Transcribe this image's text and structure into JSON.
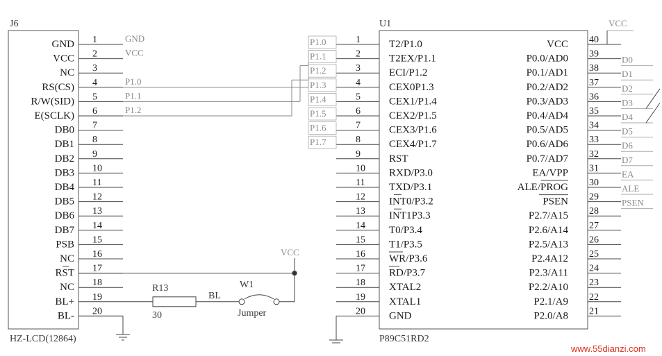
{
  "j6": {
    "ref": "J6",
    "part": "HZ-LCD(12864)",
    "pins": [
      {
        "n": "1",
        "label": "GND",
        "net": "GND"
      },
      {
        "n": "2",
        "label": "VCC",
        "net": "VCC"
      },
      {
        "n": "3",
        "label": "NC",
        "net": ""
      },
      {
        "n": "4",
        "label": "RS(CS)",
        "net": "P1.0"
      },
      {
        "n": "5",
        "label": "R/W(SID)",
        "net": "P1.1"
      },
      {
        "n": "6",
        "label": "E(SCLK)",
        "net": "P1.2"
      },
      {
        "n": "7",
        "label": "DB0",
        "net": ""
      },
      {
        "n": "8",
        "label": "DB1",
        "net": ""
      },
      {
        "n": "9",
        "label": "DB2",
        "net": ""
      },
      {
        "n": "10",
        "label": "DB3",
        "net": ""
      },
      {
        "n": "11",
        "label": "DB4",
        "net": ""
      },
      {
        "n": "12",
        "label": "DB5",
        "net": ""
      },
      {
        "n": "13",
        "label": "DB6",
        "net": ""
      },
      {
        "n": "14",
        "label": "DB7",
        "net": ""
      },
      {
        "n": "15",
        "label": "PSB",
        "net": ""
      },
      {
        "n": "16",
        "label": "NC",
        "net": ""
      },
      {
        "n": "17",
        "label": "RST",
        "net": ""
      },
      {
        "n": "18",
        "label": "NC",
        "net": ""
      },
      {
        "n": "19",
        "label": "BL+",
        "net": ""
      },
      {
        "n": "20",
        "label": "BL-",
        "net": ""
      }
    ]
  },
  "u1": {
    "ref": "U1",
    "part": "P89C51RD2",
    "vcc_label": "VCC",
    "left_pins": [
      {
        "n": "1",
        "label": "T2/P1.0",
        "net": "P1.0"
      },
      {
        "n": "2",
        "label": "T2EX/P1.1",
        "net": "P1.1"
      },
      {
        "n": "3",
        "label": "ECI/P1.2",
        "net": "P1.2"
      },
      {
        "n": "4",
        "label": "CEX0P1.3",
        "net": "P1.3"
      },
      {
        "n": "5",
        "label": "CEX1/P1.4",
        "net": "P1.4"
      },
      {
        "n": "6",
        "label": "CEX2/P1.5",
        "net": "P1.5"
      },
      {
        "n": "7",
        "label": "CEX3/P1.6",
        "net": "P1.6"
      },
      {
        "n": "8",
        "label": "CEX4/P1.7",
        "net": "P1.7"
      },
      {
        "n": "9",
        "label": "RST",
        "net": ""
      },
      {
        "n": "10",
        "label": "RXD/P3.0",
        "net": ""
      },
      {
        "n": "11",
        "label": "TXD/P3.1",
        "net": ""
      },
      {
        "n": "12",
        "label": "INT0/P3.2",
        "net": ""
      },
      {
        "n": "13",
        "label": "INT1P3.3",
        "net": ""
      },
      {
        "n": "14",
        "label": "T0/P3.4",
        "net": ""
      },
      {
        "n": "15",
        "label": "T1/P3.5",
        "net": ""
      },
      {
        "n": "16",
        "label": "WR/P3.6",
        "net": ""
      },
      {
        "n": "17",
        "label": "RD/P3.7",
        "net": ""
      },
      {
        "n": "18",
        "label": "XTAL2",
        "net": ""
      },
      {
        "n": "19",
        "label": "XTAL1",
        "net": ""
      },
      {
        "n": "20",
        "label": "GND",
        "net": ""
      }
    ],
    "right_pins": [
      {
        "n": "40",
        "label": "VCC",
        "net": ""
      },
      {
        "n": "39",
        "label": "P0.0/AD0",
        "net": "D0"
      },
      {
        "n": "38",
        "label": "P0.1/AD1",
        "net": "D1"
      },
      {
        "n": "37",
        "label": "P0.2/AD2",
        "net": "D2"
      },
      {
        "n": "36",
        "label": "P0.3/AD3",
        "net": "D3"
      },
      {
        "n": "35",
        "label": "P0.4/AD4",
        "net": "D4"
      },
      {
        "n": "34",
        "label": "P0.5/AD5",
        "net": "D5"
      },
      {
        "n": "33",
        "label": "P0.6/AD6",
        "net": "D6"
      },
      {
        "n": "32",
        "label": "P0.7/AD7",
        "net": "D7"
      },
      {
        "n": "31",
        "label": "EA/VPP",
        "net": "EA"
      },
      {
        "n": "30",
        "label": "ALE/PROG",
        "net": "ALE"
      },
      {
        "n": "29",
        "label": "PSEN",
        "net": "PSEN"
      },
      {
        "n": "28",
        "label": "P2.7/A15",
        "net": ""
      },
      {
        "n": "27",
        "label": "P2.6/A14",
        "net": ""
      },
      {
        "n": "26",
        "label": "P2.5/A13",
        "net": ""
      },
      {
        "n": "25",
        "label": "P2.4A12",
        "net": ""
      },
      {
        "n": "24",
        "label": "P2.3/A11",
        "net": ""
      },
      {
        "n": "23",
        "label": "P2.2/A10",
        "net": ""
      },
      {
        "n": "22",
        "label": "P2.1/A9",
        "net": ""
      },
      {
        "n": "21",
        "label": "P2.0/A8",
        "net": ""
      }
    ]
  },
  "backlight": {
    "vcc_label": "VCC",
    "resistor_ref": "R13",
    "resistor_value": "30",
    "net_label": "BL",
    "jumper_ref": "W1",
    "jumper_name": "Jumper"
  },
  "watermark": "www.55dianzi.com"
}
